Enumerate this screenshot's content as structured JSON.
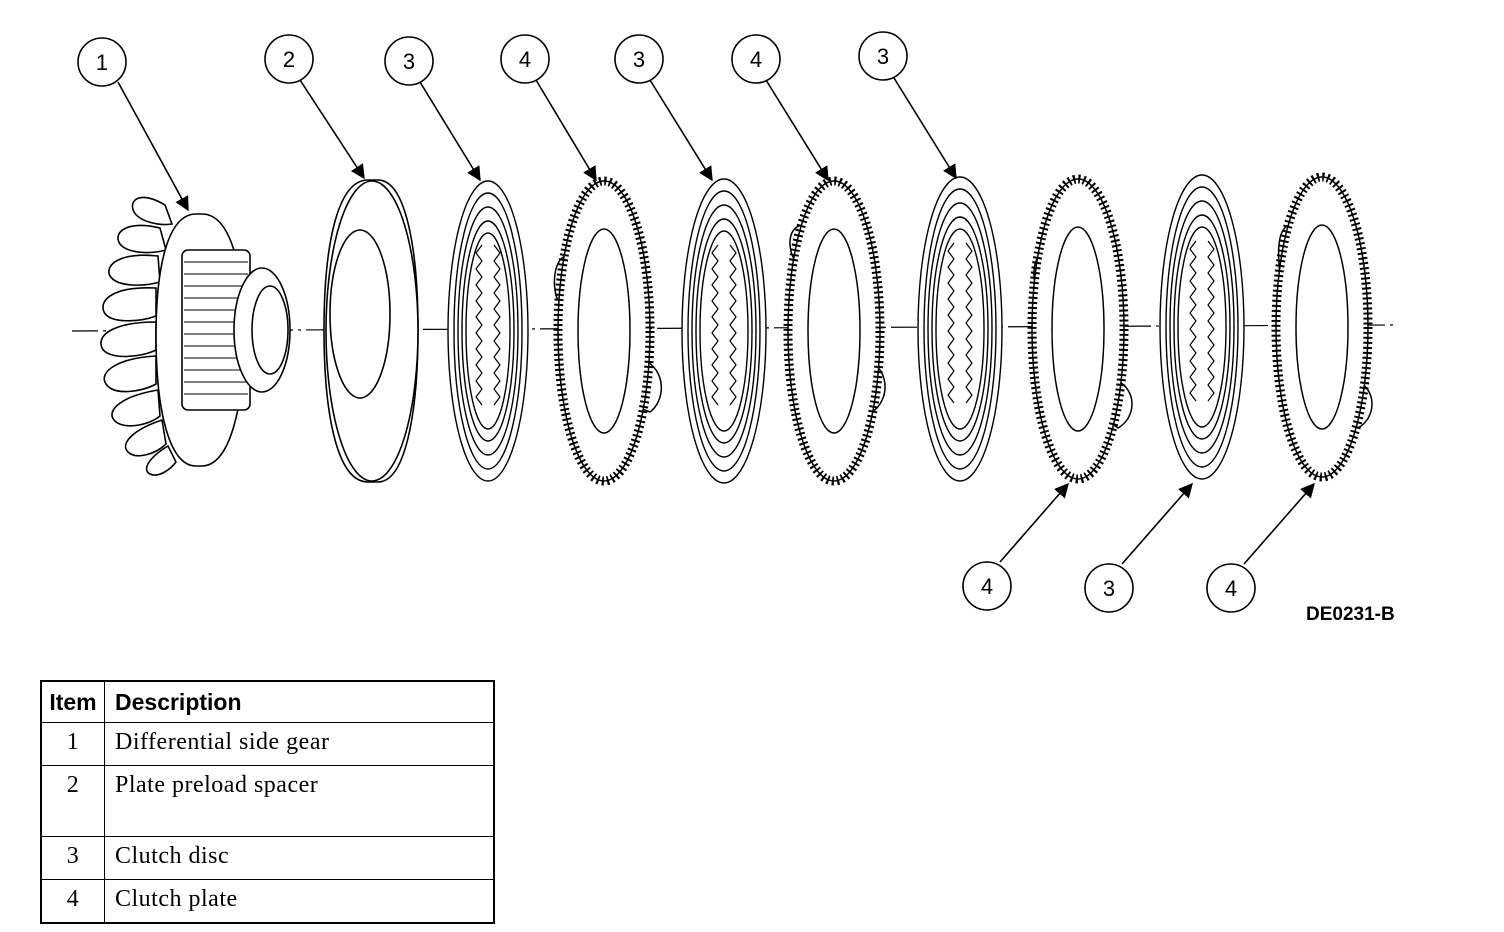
{
  "figure_code": "DE0231-B",
  "callouts": [
    {
      "id": "c1",
      "label": "1"
    },
    {
      "id": "c2",
      "label": "2"
    },
    {
      "id": "c3a",
      "label": "3"
    },
    {
      "id": "c4a",
      "label": "4"
    },
    {
      "id": "c3b",
      "label": "3"
    },
    {
      "id": "c4b",
      "label": "4"
    },
    {
      "id": "c3c",
      "label": "3"
    },
    {
      "id": "c4c",
      "label": "4"
    },
    {
      "id": "c3d",
      "label": "3"
    },
    {
      "id": "c4d",
      "label": "4"
    }
  ],
  "legend": {
    "header_item": "Item",
    "header_description": "Description",
    "rows": [
      {
        "item": "1",
        "description": "Differential side gear"
      },
      {
        "item": "2",
        "description": "Plate preload spacer"
      },
      {
        "item": "3",
        "description": "Clutch disc"
      },
      {
        "item": "4",
        "description": "Clutch plate"
      }
    ]
  }
}
